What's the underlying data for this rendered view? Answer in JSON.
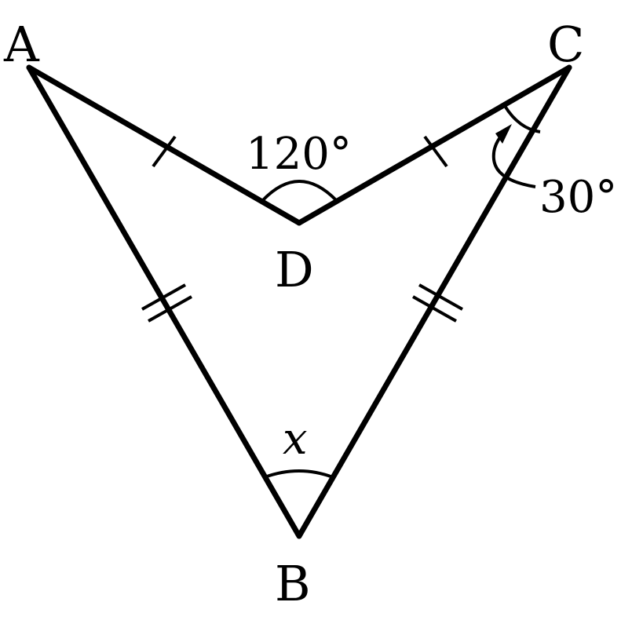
{
  "figure": {
    "points": {
      "A": "A",
      "B": "B",
      "C": "C",
      "D": "D"
    },
    "angles": {
      "angle_ADC": "120°",
      "angle_DCB": "30°",
      "angle_ABC": "x"
    },
    "segments": [
      "AD",
      "DC",
      "AB",
      "BC"
    ],
    "equal_marks": {
      "single_tick": [
        "AD",
        "DC"
      ],
      "double_tick": [
        "AB",
        "BC"
      ]
    }
  }
}
